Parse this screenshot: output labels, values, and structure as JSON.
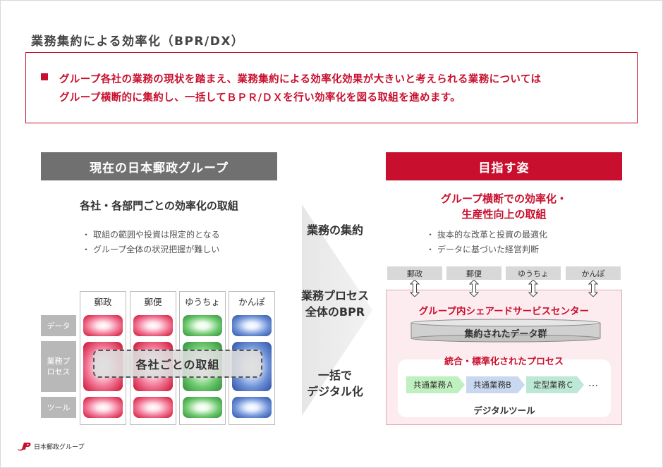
{
  "title": "業務集約による効率化（BPR/DX）",
  "summary": {
    "line1": "グループ各社の業務の現状を踏まえ、業務集約による効率化効果が大きいと考えられる業務については",
    "line2": "グループ横断的に集約し、一括してＢＰＲ/ＤＸを行い効率化を図る取組を進めます。"
  },
  "left": {
    "header": "現在の日本郵政グループ",
    "subtitle": "各社・各部門ごとの効率化の取組",
    "bullets": [
      "取組の範囲や投資は限定的となる",
      "グループ全体の状況把握が難しい"
    ],
    "columns": [
      "郵政",
      "郵便",
      "ゆうちょ",
      "かんぽ"
    ],
    "rows": [
      "データ",
      "業務プロセス",
      "ツール"
    ],
    "overlay": "各社ごとの取組"
  },
  "middle": {
    "labels": [
      {
        "lines": [
          "業務の集約"
        ]
      },
      {
        "lines": [
          "業務プロセス",
          "全体のBPR"
        ]
      },
      {
        "lines": [
          "一括で",
          "デジタル化"
        ]
      }
    ]
  },
  "right": {
    "header": "目指す姿",
    "subtitle_line1": "グループ横断での効率化・",
    "subtitle_line2": "生産性向上の取組",
    "bullets": [
      "抜本的な改革と投資の最適化",
      "データに基づいた経営判断"
    ],
    "companies": [
      "郵政",
      "郵便",
      "ゆうちょ",
      "かんぽ"
    ],
    "ssc_title": "グループ内シェアードサービスセンター",
    "data_label": "集約されたデータ群",
    "process_title": "統合・標準化されたプロセス",
    "processes": [
      "共通業務Ａ",
      "共通業務B",
      "定型業務Ｃ"
    ],
    "ellipsis": "…",
    "tool_label": "デジタルツール"
  },
  "logo_text": "日本郵政グループ",
  "colors": {
    "accent": "#c8102e",
    "gray_header": "#707070"
  },
  "icons": [
    "square-bullet-icon",
    "chevron-arrow-icon",
    "double-arrow-icon",
    "database-cylinder-icon",
    "jp-logo-icon"
  ]
}
